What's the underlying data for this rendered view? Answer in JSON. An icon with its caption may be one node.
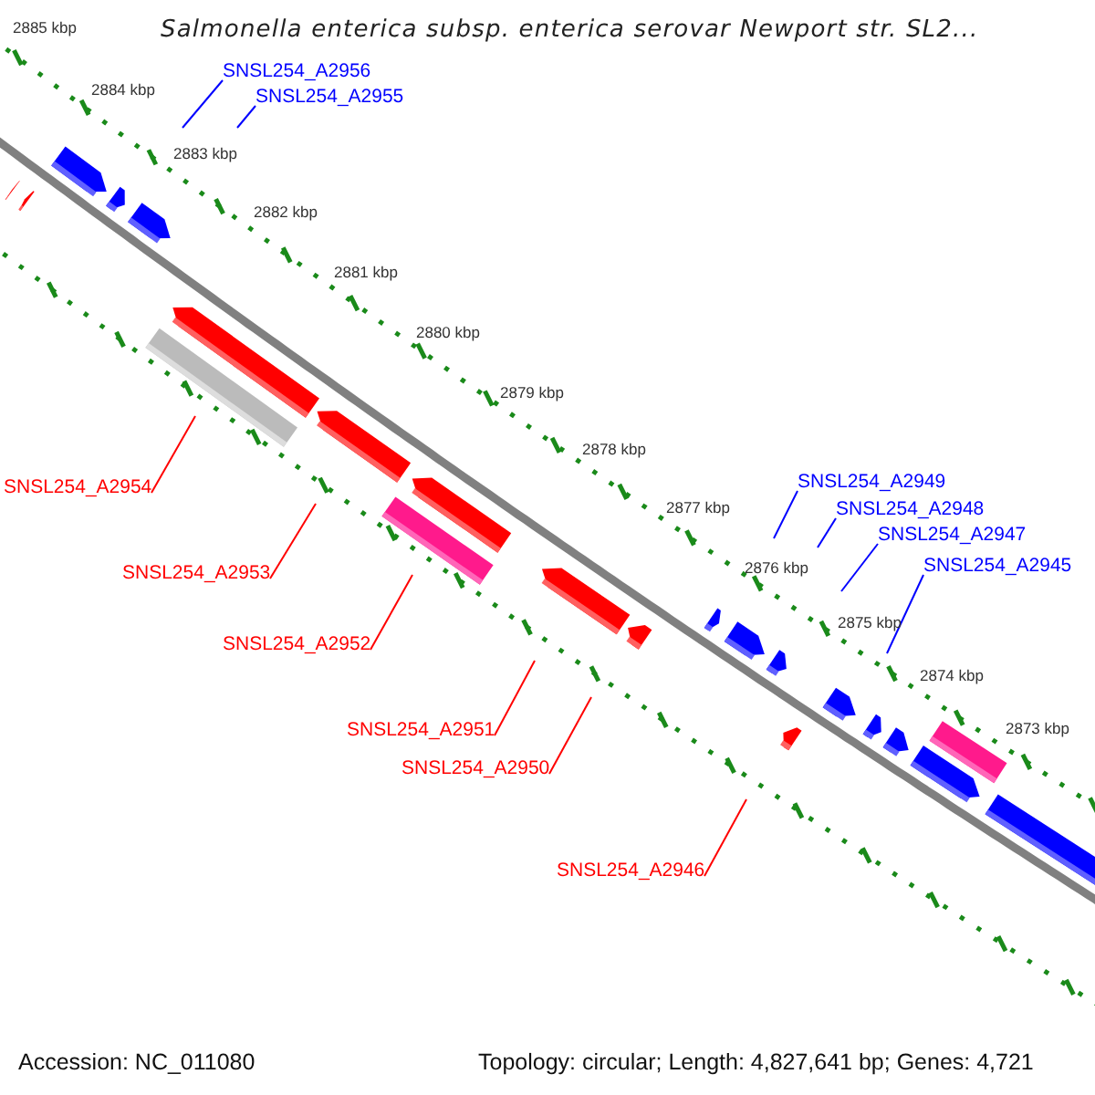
{
  "diagram": {
    "title": "Salmonella enterica subsp. enterica serovar Newport str. SL2...",
    "nodes": [
      {
        "text": [
          "SNSL254_A2956"
        ]
      },
      {
        "text": [
          "SNSL254_A2955"
        ]
      },
      {
        "text": [
          "SNSL254_A2949"
        ]
      },
      {
        "text": [
          "SNSL254_A2954"
        ]
      },
      {
        "text": [
          "SNSL254_A2948"
        ]
      },
      {
        "text": [
          "SNSL254_A2947"
        ]
      },
      {
        "text": [
          "SNSL254_A2945"
        ]
      },
      {
        "text": [
          "SNSL254_A2953"
        ]
      },
      {
        "text": [
          "SNSL254_A2952"
        ]
      },
      {
        "text": [
          "SNSL254_A2951"
        ]
      },
      {
        "text": [
          "SNSL254_A2950"
        ]
      },
      {
        "text": [
          "SNSL254_A2946"
        ]
      }
    ],
    "edges": [
      {
        "from": 0,
        "to": null,
        "arrow": "none",
        "color": "#0000ff"
      },
      {
        "from": 1,
        "to": null,
        "arrow": "none",
        "color": "#0000ff"
      },
      {
        "from": 2,
        "to": null,
        "arrow": "none",
        "color": "#0000ff"
      },
      {
        "from": 3,
        "to": null,
        "arrow": "none",
        "color": "#ff0000"
      },
      {
        "from": 4,
        "to": null,
        "arrow": "none",
        "color": "#0000ff"
      },
      {
        "from": 5,
        "to": null,
        "arrow": "none",
        "color": "#0000ff"
      },
      {
        "from": 6,
        "to": null,
        "arrow": "none",
        "color": "#0000ff"
      },
      {
        "from": 7,
        "to": null,
        "arrow": "none",
        "color": "#ff0000"
      },
      {
        "from": 8,
        "to": null,
        "arrow": "none",
        "color": "#ff0000"
      },
      {
        "from": 9,
        "to": null,
        "arrow": "none",
        "color": "#ff0000"
      },
      {
        "from": 10,
        "to": null,
        "arrow": "none",
        "color": "#ff0000"
      },
      {
        "from": 11,
        "to": null,
        "arrow": "none",
        "color": "#ff0000"
      }
    ],
    "labels": [
      "2885 kbp",
      "2884 kbp",
      "2883 kbp",
      "2882 kbp",
      "2881 kbp",
      "2880 kbp",
      "2879 kbp",
      "2878 kbp",
      "2877 kbp",
      "2876 kbp",
      "2875 kbp",
      "2874 kbp",
      "2873 kbp",
      "Accession: NC_011080",
      "Topology: circular; Length: 4,827,641 bp; Genes: 4,721"
    ]
  }
}
